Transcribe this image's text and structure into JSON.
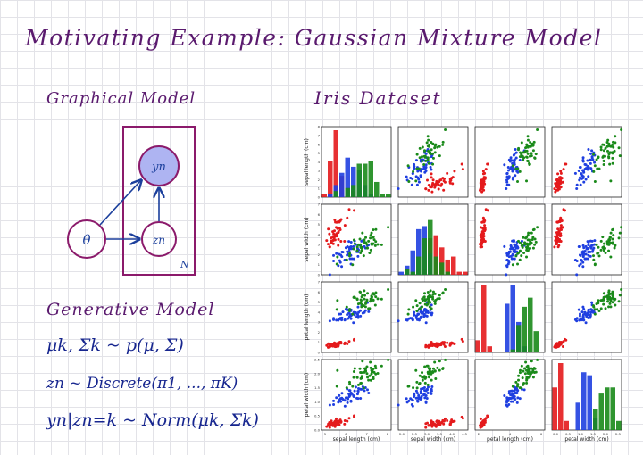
{
  "page": {
    "title": "Motivating Example: Gaussian Mixture Model",
    "graphical_model_label": "Graphical Model",
    "dataset_label": "Iris Dataset",
    "generative_model_label": "Generative Model",
    "equations": [
      "μk, Σk ~ p(μ, Σ)",
      "zn ~ Discrete(π1, ..., πK)",
      "yn|zn=k ~ Norm(μk, Σk)"
    ]
  },
  "graphical_model": {
    "nodes": [
      {
        "id": "y",
        "label": "yn",
        "observed": true
      },
      {
        "id": "z",
        "label": "zn",
        "observed": false
      },
      {
        "id": "theta",
        "label": "θ",
        "observed": false
      }
    ],
    "plate_label": "N",
    "colors": {
      "ink": "#8b1a6b",
      "edge": "#1b3f9c",
      "observed_fill": "#aeb4f2"
    }
  },
  "chart_data": {
    "type": "scatter",
    "variables": [
      "sepal length (cm)",
      "sepal width (cm)",
      "petal length (cm)",
      "petal width (cm)"
    ],
    "series_colors": [
      "#e41a1c",
      "#1f3fe0",
      "#1a8a1a"
    ],
    "ticks": [
      [
        "5",
        "6",
        "7",
        "8"
      ],
      [
        "2.0",
        "2.5",
        "3.0",
        "3.5",
        "4.0",
        "4.5"
      ],
      [
        "2",
        "4",
        "6"
      ],
      [
        "0.0",
        "0.5",
        "1.0",
        "1.5",
        "2.0",
        "2.5"
      ]
    ],
    "y_ticks": [
      [
        "0",
        "1",
        "2",
        "3",
        "4",
        "5",
        "6",
        "7",
        "8"
      ],
      [
        "0",
        "1",
        "2",
        "3",
        "4",
        "5",
        "6",
        "7"
      ],
      [
        "0",
        "1",
        "2",
        "3",
        "4",
        "5",
        "6",
        "7"
      ],
      [
        "0.0",
        "0.5",
        "1.0",
        "1.5",
        "2.0",
        "2.5"
      ]
    ],
    "ranges": [
      [
        4.2,
        8.1
      ],
      [
        1.9,
        4.5
      ],
      [
        0.8,
        7.1
      ],
      [
        0.0,
        2.6
      ]
    ],
    "clusters": [
      {
        "mean": [
          5.0,
          3.4,
          1.5,
          0.25
        ],
        "sd": [
          0.35,
          0.38,
          0.17,
          0.1
        ]
      },
      {
        "mean": [
          5.9,
          2.8,
          4.3,
          1.33
        ],
        "sd": [
          0.5,
          0.31,
          0.47,
          0.2
        ]
      },
      {
        "mean": [
          6.6,
          3.0,
          5.55,
          2.03
        ],
        "sd": [
          0.63,
          0.32,
          0.55,
          0.27
        ]
      }
    ],
    "diagonal": "histogram"
  }
}
